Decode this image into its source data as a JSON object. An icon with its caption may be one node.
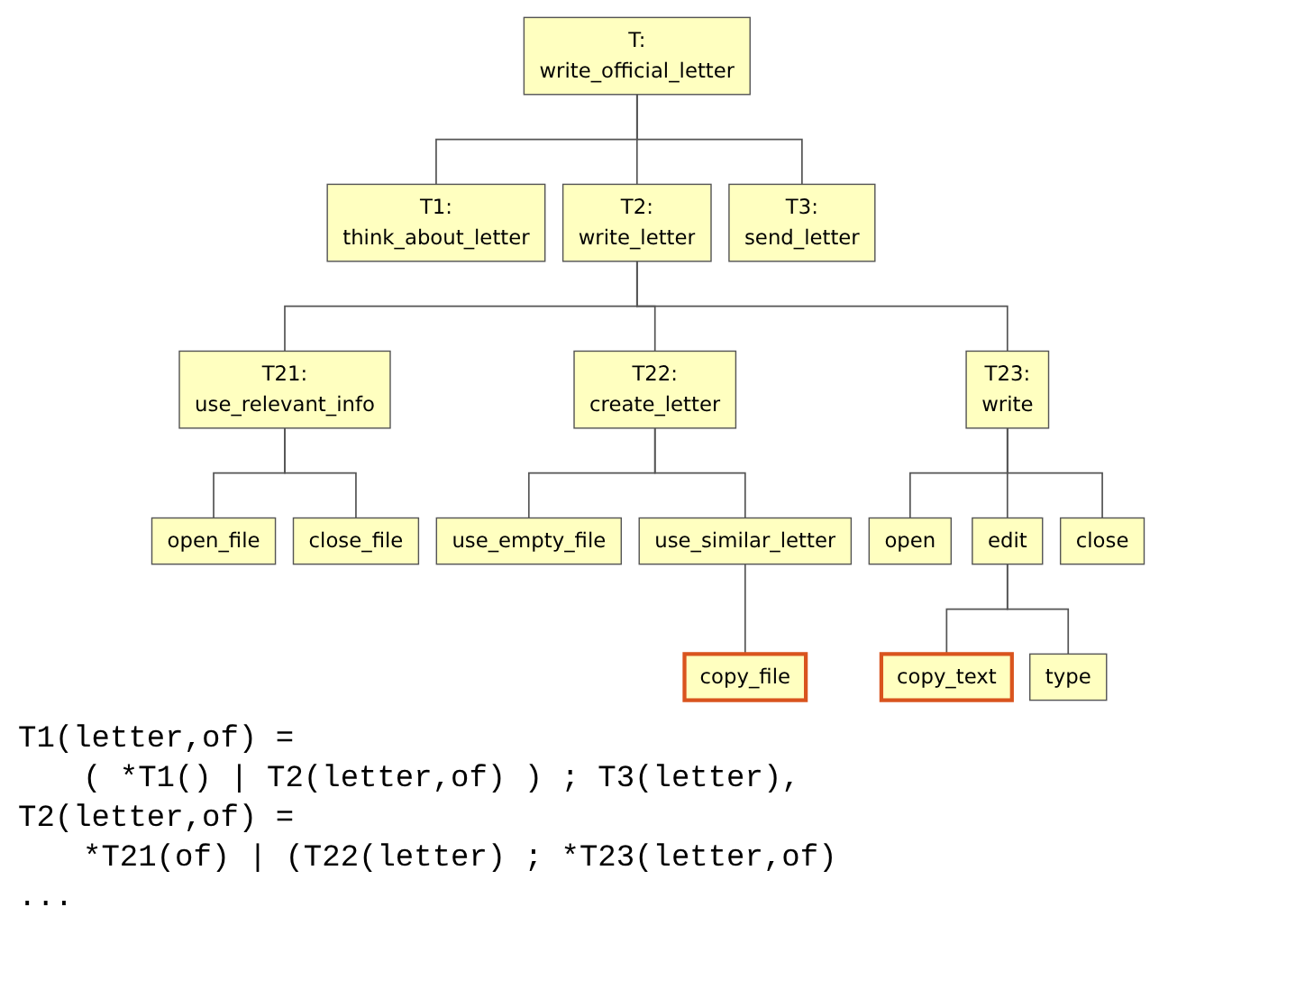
{
  "diagram": {
    "nodes": [
      {
        "text": [
          "T:",
          "write_official_letter"
        ]
      },
      {
        "text": [
          "T1:",
          "think_about_letter"
        ]
      },
      {
        "text": [
          "T2:",
          "write_letter"
        ]
      },
      {
        "text": [
          "T3:",
          "send_letter"
        ]
      },
      {
        "text": [
          "T21:",
          "use_relevant_info"
        ]
      },
      {
        "text": [
          "T22:",
          "create_letter"
        ]
      },
      {
        "text": [
          "T23:",
          "write"
        ]
      },
      {
        "text": [
          "open_file"
        ]
      },
      {
        "text": [
          "close_file"
        ]
      },
      {
        "text": [
          "use_empty_file"
        ]
      },
      {
        "text": [
          "use_similar_letter"
        ]
      },
      {
        "text": [
          "open"
        ]
      },
      {
        "text": [
          "edit"
        ]
      },
      {
        "text": [
          "close"
        ]
      },
      {
        "text": [
          "copy_file"
        ]
      },
      {
        "text": [
          "copy_text"
        ]
      },
      {
        "text": [
          "type"
        ]
      }
    ],
    "edges": [
      {
        "from": 0,
        "to": 1,
        "arrow": "none"
      },
      {
        "from": 0,
        "to": 2,
        "arrow": "none"
      },
      {
        "from": 0,
        "to": 3,
        "arrow": "none"
      },
      {
        "from": 2,
        "to": 4,
        "arrow": "none"
      },
      {
        "from": 2,
        "to": 5,
        "arrow": "none"
      },
      {
        "from": 2,
        "to": 6,
        "arrow": "none"
      },
      {
        "from": 4,
        "to": 7,
        "arrow": "none"
      },
      {
        "from": 4,
        "to": 8,
        "arrow": "none"
      },
      {
        "from": 5,
        "to": 9,
        "arrow": "none"
      },
      {
        "from": 5,
        "to": 10,
        "arrow": "none"
      },
      {
        "from": 6,
        "to": 11,
        "arrow": "none"
      },
      {
        "from": 6,
        "to": 12,
        "arrow": "none"
      },
      {
        "from": 6,
        "to": 13,
        "arrow": "none"
      },
      {
        "from": 10,
        "to": 14,
        "arrow": "none"
      },
      {
        "from": 12,
        "to": 15,
        "arrow": "none"
      },
      {
        "from": 12,
        "to": 16,
        "arrow": "none"
      }
    ],
    "labels": [
      "T1(letter,of) =",
      "( *T1() | T2(letter,of) ) ; T3(letter),",
      "T2(letter,of) =",
      "*T21(of) | (T22(letter) ; *T23(letter,of)",
      "..."
    ]
  }
}
